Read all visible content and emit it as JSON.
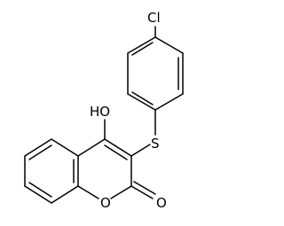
{
  "molecule": {
    "atoms": {
      "chlorine": "Cl",
      "sulfur": "S",
      "hydroxyl": "HO",
      "ring_oxygen": "O",
      "carbonyl_oxygen": "O"
    }
  },
  "colors": {
    "bond": "#000000",
    "label": "#000000",
    "background": "#ffffff"
  }
}
